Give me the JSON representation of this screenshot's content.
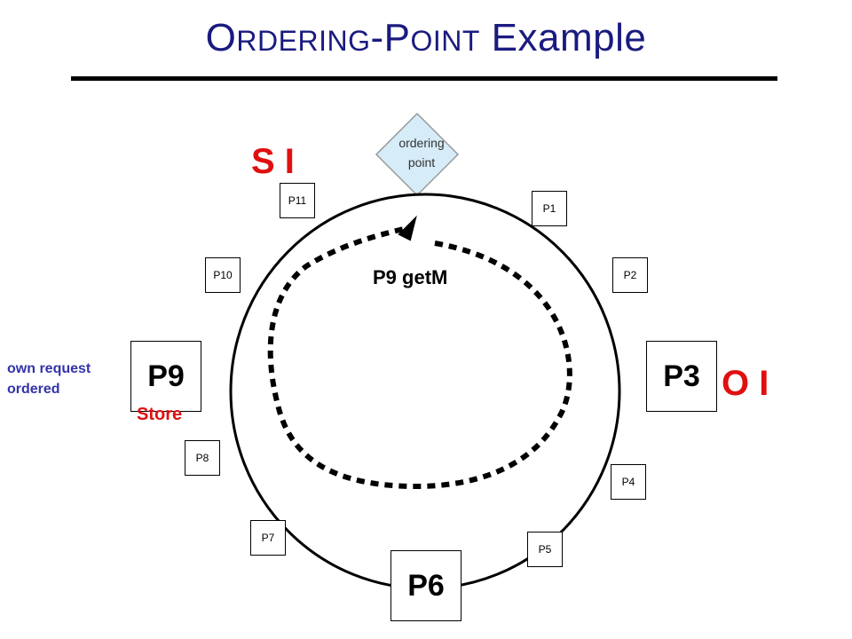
{
  "title": {
    "part1_initial": "O",
    "part1_rest": "RDERING",
    "hyphen": "-",
    "part2_initial": "P",
    "part2_rest": "OINT",
    "part3": " Example"
  },
  "ordering_point": {
    "line1": "ordering",
    "line2": "point"
  },
  "nodes": {
    "p1": "P1",
    "p2": "P2",
    "p3": "P3",
    "p4": "P4",
    "p5": "P5",
    "p6": "P6",
    "p7": "P7",
    "p8": "P8",
    "p9": "P9",
    "p10": "P10",
    "p11": "P11"
  },
  "transitions": {
    "p11": "S  I",
    "p3": "O  I"
  },
  "labels": {
    "request": "P9 getM",
    "p9_op": "Store",
    "own_note_line1": "own request",
    "own_note_line2": "ordered"
  },
  "colors": {
    "title": "#1a1a80",
    "state": "#e01010",
    "note": "#3333aa",
    "ordering_point_fill": "#d6ecf8"
  }
}
